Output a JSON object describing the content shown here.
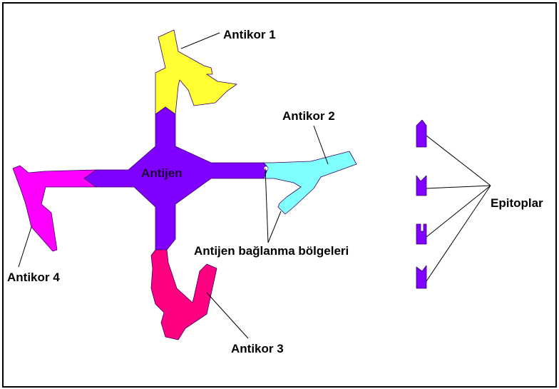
{
  "labels": {
    "antigen": "Antijen",
    "antibody1": "Antikor 1",
    "antibody2": "Antikor 2",
    "antibody3": "Antikor 3",
    "antibody4": "Antikor 4",
    "binding_sites": "Antijen bağlanma bölgeleri",
    "epitopes": "Epitoplar"
  },
  "colors": {
    "antigen": "#8000ff",
    "antibody1": "#ffff33",
    "antibody2": "#80ffff",
    "antibody3": "#ff0080",
    "antibody4": "#ff00ff",
    "epitope": "#8000ff"
  }
}
